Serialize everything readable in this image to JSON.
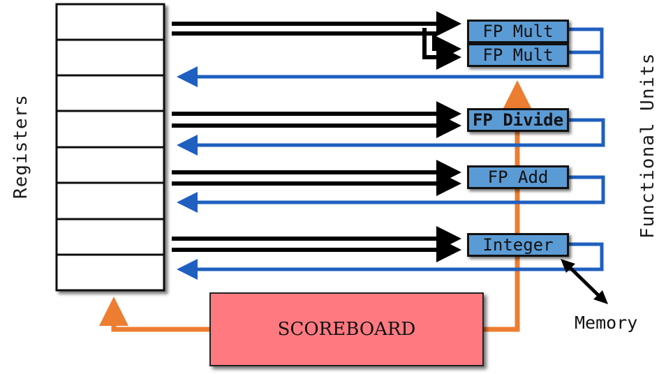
{
  "registers": {
    "label": "Registers",
    "count": 8
  },
  "functional_units": {
    "label": "Functional Units",
    "units": [
      {
        "name": "FP Mult"
      },
      {
        "name": "FP Mult"
      },
      {
        "name": "FP Divide"
      },
      {
        "name": "FP Add"
      },
      {
        "name": "Integer"
      }
    ]
  },
  "scoreboard": {
    "label": "SCOREBOARD"
  },
  "memory": {
    "label": "Memory"
  },
  "colors": {
    "operand_arrows": "#000000",
    "result_arrows": "#1f5fbf",
    "control_arrows": "#ed7d31",
    "unit_fill": "#5b9bd5",
    "scoreboard_fill": "#ff7a80"
  }
}
